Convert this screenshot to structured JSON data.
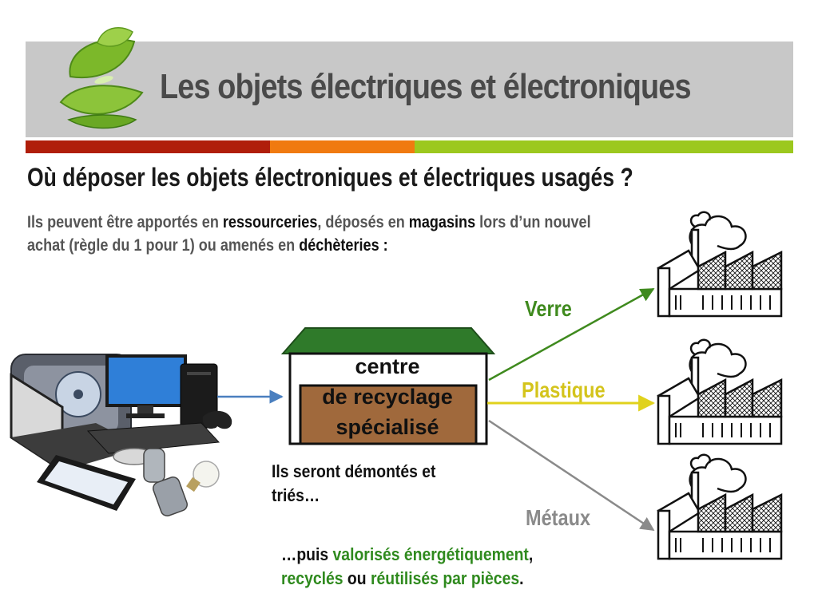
{
  "header": {
    "title": "Les objets électriques et électroniques"
  },
  "question": "Où déposer les objets électroniques et électriques usagés ?",
  "intro": {
    "part1": "Ils peuvent être apportés en ",
    "em1": "ressourceries",
    "part2": ", déposés en ",
    "em2": "magasins",
    "part3": " lors d’un nouvel achat (règle du 1 pour 1) ou amenés en ",
    "em3": "déchèteries",
    "part4": " :"
  },
  "center": {
    "line1": "centre",
    "line2": "de recyclage",
    "line3": "spécialisé"
  },
  "materials": {
    "verre": "Verre",
    "plastique": "Plastique",
    "metaux": "Métaux"
  },
  "steps": {
    "dismantle": "Ils seront démontés et triés…",
    "then_prefix": "…puis ",
    "valorises": "valorisés énergétiquement",
    "comma": ",",
    "recycles": "recyclés",
    "ou": " ou ",
    "reutilises": "réutilisés par pièces",
    "period": "."
  },
  "colors": {
    "header_band": "#c8c8c8",
    "stripe_red": "#b01e0a",
    "stripe_orange": "#f07a10",
    "stripe_green": "#9cc81e",
    "verre": "#3f8a1e",
    "plastique": "#d4c41c",
    "metaux": "#8a8a8a",
    "roof": "#2f7a2a",
    "box": "#a0693c"
  },
  "icons": {
    "logo": "leaves-logo-icon",
    "devices": "electronic-devices-icon",
    "factory": "factory-icon"
  }
}
